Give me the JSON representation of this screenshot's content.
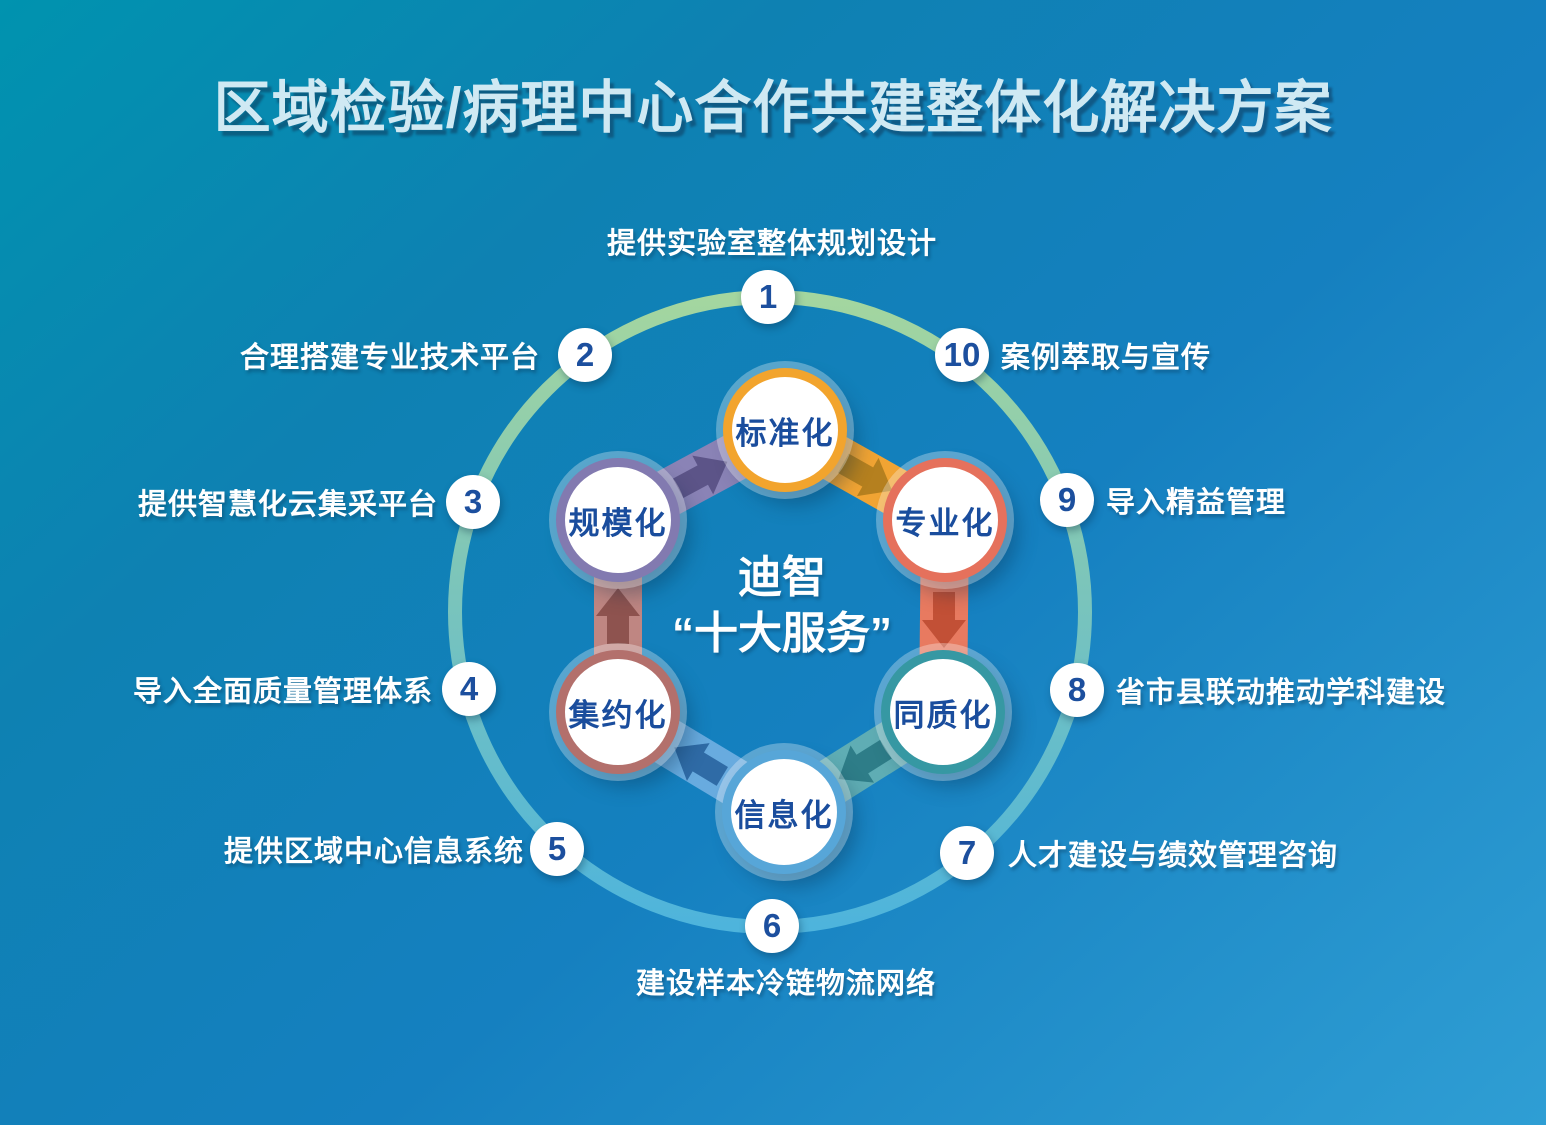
{
  "title": "区域检验/病理中心合作共建整体化解决方案",
  "center": {
    "line1": "迪智",
    "line2": "“十大服务”"
  },
  "hex_nodes": [
    {
      "id": "standardization",
      "label": "标准化",
      "border_color": "#f2a42d"
    },
    {
      "id": "specialization",
      "label": "专业化",
      "border_color": "#e5715c"
    },
    {
      "id": "homogenization",
      "label": "同质化",
      "border_color": "#3698a3"
    },
    {
      "id": "informatization",
      "label": "信息化",
      "border_color": "#57a6d8"
    },
    {
      "id": "intensification",
      "label": "集约化",
      "border_color": "#b3706c"
    },
    {
      "id": "scale",
      "label": "规模化",
      "border_color": "#827ab0"
    }
  ],
  "flow_edges": [
    {
      "from": "规模化",
      "to": "标准化",
      "band_color": "#8a83b6",
      "arrow_color": "#5c5488"
    },
    {
      "from": "标准化",
      "to": "专业化",
      "band_color": "#f1a433",
      "arrow_color": "#b5801f"
    },
    {
      "from": "专业化",
      "to": "同质化",
      "band_color": "#e87a60",
      "arrow_color": "#c25036"
    },
    {
      "from": "同质化",
      "to": "信息化",
      "band_color": "#5fadb4",
      "arrow_color": "#2e7d88"
    },
    {
      "from": "信息化",
      "to": "集约化",
      "band_color": "#68abdf",
      "arrow_color": "#2f6ba6"
    },
    {
      "from": "集约化",
      "to": "规模化",
      "band_color": "#bf8682",
      "arrow_color": "#8e534f"
    }
  ],
  "services": [
    {
      "num": "1",
      "label": "提供实验室整体规划设计"
    },
    {
      "num": "2",
      "label": "合理搭建专业技术平台"
    },
    {
      "num": "3",
      "label": "提供智慧化云集采平台"
    },
    {
      "num": "4",
      "label": "导入全面质量管理体系"
    },
    {
      "num": "5",
      "label": "提供区域中心信息系统"
    },
    {
      "num": "6",
      "label": "建设样本冷链物流网络"
    },
    {
      "num": "7",
      "label": "人才建设与绩效管理咨询"
    },
    {
      "num": "8",
      "label": "省市县联动推动学科建设"
    },
    {
      "num": "9",
      "label": "导入精益管理"
    },
    {
      "num": "10",
      "label": "案例萃取与宣传"
    }
  ],
  "colors": {
    "background_top_left": "#0093af",
    "background_bottom_right": "#2f9ed4",
    "title_text": "#cfe9f3",
    "service_label_text": "#ffffff",
    "badge_number_text": "#1c4f9e",
    "node_label_text": "#1a4d9d",
    "ring_gradient_top": "#a4d69f",
    "ring_gradient_middle": "#7cc5ba",
    "ring_gradient_bottom": "#4eb4dc"
  }
}
